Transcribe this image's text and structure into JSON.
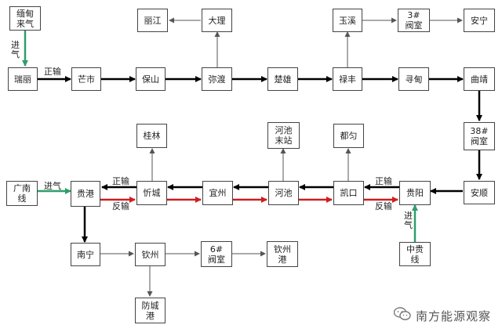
{
  "nodes": {
    "miandian": "缅甸\n来气",
    "ruili": "瑞丽",
    "mangshi": "芒市",
    "baoshan": "保山",
    "midu": "弥渡",
    "dali": "大理",
    "lijiang": "丽江",
    "chuxiong": "楚雄",
    "lufeng": "禄丰",
    "yuxi": "玉溪",
    "valve3": "3#\n阀室",
    "anning": "安宁",
    "xundian": "寻甸",
    "qujing": "曲靖",
    "valve38": "38#\n阀室",
    "anshun": "安顺",
    "guiyang": "贵阳",
    "zhongguixian": "中贵\n线",
    "kaikou": "凯口",
    "duyun": "都匀",
    "hechi": "河池",
    "hechimozhan": "河池\n末站",
    "yizhou": "宜州",
    "xincheng": "忻城",
    "guilin": "桂林",
    "guigang": "贵港",
    "guangnanxian": "广南\n线",
    "nanning": "南宁",
    "qinzhou": "钦州",
    "valve6": "6#\n阀室",
    "qinzhougang": "钦州\n港",
    "fangchenggang": "防城\n港"
  },
  "edge_labels": {
    "jinqi": "进气",
    "zhengshu": "正输",
    "fanshu": "反输",
    "jinqi_vertical": "进\n气"
  },
  "colors": {
    "forward": "#000000",
    "reverse": "#cc1f1f",
    "intake": "#2e9e6b",
    "thin": "#666666"
  },
  "watermark": {
    "text": "南方能源观察",
    "icon": "wechat-icon"
  }
}
